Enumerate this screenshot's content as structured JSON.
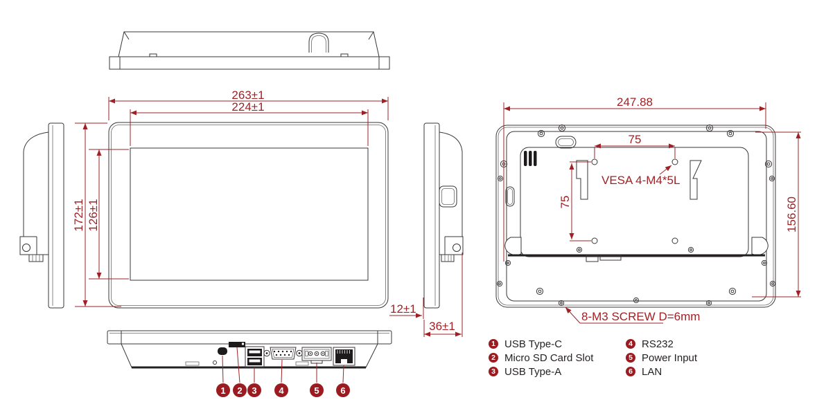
{
  "dims": {
    "front_width_outer": "263±1",
    "front_width_screen": "224±1",
    "front_height_outer": "172±1",
    "front_height_screen": "126±1",
    "side_bezel": "12±1",
    "side_depth": "36±1",
    "back_width": "247.88",
    "back_height": "156.60",
    "vesa_horizontal": "75",
    "vesa_vertical": "75"
  },
  "labels": {
    "vesa": "VESA 4-M4*5L",
    "screw": "8-M3 SCREW D=6mm"
  },
  "legend": {
    "items": [
      {
        "num": "1",
        "label": "USB Type-C"
      },
      {
        "num": "2",
        "label": "Micro SD Card Slot"
      },
      {
        "num": "3",
        "label": "USB Type-A"
      },
      {
        "num": "4",
        "label": "RS232"
      },
      {
        "num": "5",
        "label": "Power Input"
      },
      {
        "num": "6",
        "label": "LAN"
      }
    ]
  },
  "colors": {
    "dimension_red": "#9f2125",
    "badge_red": "#9c1b20",
    "line_dark": "#383436",
    "text_dark": "#262224",
    "background": "#ffffff"
  }
}
